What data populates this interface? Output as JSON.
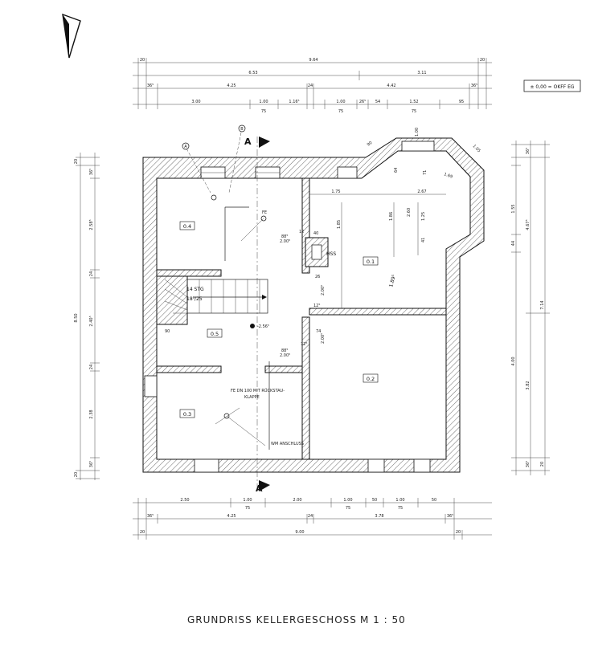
{
  "title": "GRUNDRISS KELLERGESCHOSS",
  "scale": "M 1 : 50",
  "level_tag": "± 0,00 = OKFF EG",
  "section_marker": "A",
  "rooms": [
    {
      "id": "0.1",
      "name": "0.1"
    },
    {
      "id": "0.2",
      "name": "0.2"
    },
    {
      "id": "0.3",
      "name": "0.3"
    },
    {
      "id": "0.4",
      "name": "0.4"
    },
    {
      "id": "0.5",
      "name": "0.5"
    }
  ],
  "annotations": {
    "stairs": "14 STG",
    "stairs_ratio": "18⁵/25",
    "stair_width": "90",
    "level_mark": "-2.56⁵",
    "drain": "FE DN 100 MIT RÜCKSTAU-",
    "drain2": "KLAPPE",
    "wm": "WM ANSCHLUSS",
    "hss": "HSS",
    "fe": "FE",
    "axis_a": "A",
    "axis_b": "B",
    "hss_dim": "40",
    "door1": "88⁵",
    "door1b": "2.00⁵",
    "door2": "88⁵",
    "door2b": "2.00⁵",
    "door3": "2.00⁵",
    "door4": "2.00⁵",
    "diag": "1.89⁵",
    "n12": "12",
    "n26": "26",
    "n74": "74",
    "n12b": "12⁵",
    "n12c": "12⁵"
  },
  "dims_top": {
    "row0": [
      "20",
      "9.64",
      "20"
    ],
    "row1": [
      "6.53",
      "3.11"
    ],
    "row2": [
      "36⁵",
      "4.25",
      "24",
      "4.42",
      "36⁵"
    ],
    "row3": [
      "3.00",
      "1.00",
      "1.16⁵",
      "1.00",
      "26⁵",
      "54",
      "1.52",
      "95"
    ],
    "row3b": [
      "75",
      "75",
      "75"
    ]
  },
  "dims_bottom": {
    "row1": [
      "2.50",
      "1.00",
      "2.00",
      "1.00",
      "50",
      "1.00",
      "50"
    ],
    "row1b": [
      "75",
      "75",
      "75"
    ],
    "row2": [
      "36⁵",
      "4.25",
      "24",
      "3.78",
      "36⁵"
    ],
    "row3": [
      "20",
      "9.00",
      "20"
    ]
  },
  "dims_left": [
    "20",
    "36⁵",
    "2.58⁵",
    "24",
    "2.40⁵",
    "24",
    "2.38",
    "36⁵",
    "20",
    "8.50"
  ],
  "dims_right": [
    "36⁵",
    "1.55",
    "44",
    "4.00",
    "36⁵",
    "7.14",
    "3.82",
    "4.67⁵",
    "20"
  ],
  "dims_interior": [
    "1.75",
    "2.67",
    "1.85",
    "1.86",
    "2.60",
    "1.25",
    "64",
    "71",
    "41",
    "1.00",
    "90",
    "1.05",
    "1.69"
  ]
}
